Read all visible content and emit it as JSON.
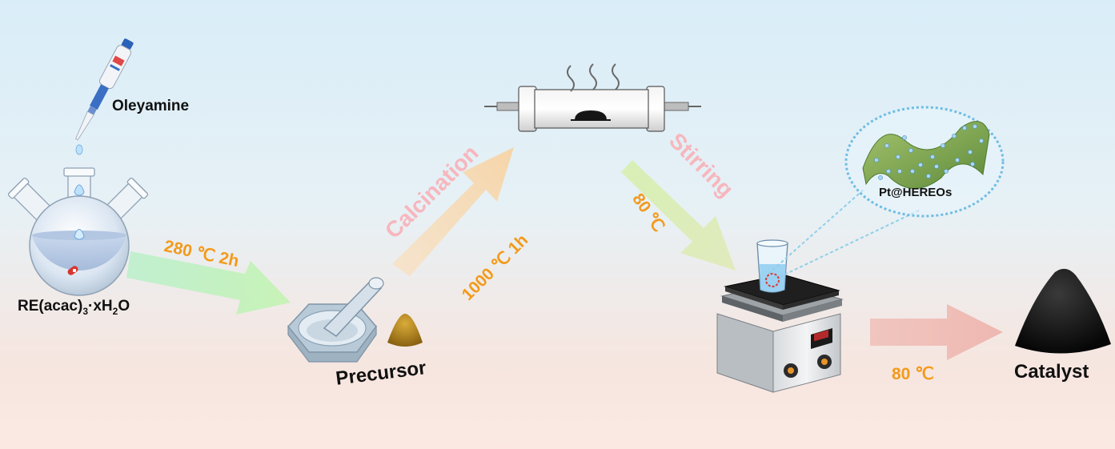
{
  "labels": {
    "oleyamine": "Oleyamine",
    "reactant_prefix": "RE(acac)",
    "reactant_sub1": "3",
    "reactant_mid": "·xH",
    "reactant_sub2": "2",
    "reactant_suffix": "O",
    "step1_condition": "280 ℃  2h",
    "precursor": "Precursor",
    "calcination": "Calcination",
    "step2_condition": "1000 ℃  1h",
    "stirring": "Stirring",
    "step3_condition": "80 ℃",
    "inset_label": "Pt@HEREOs",
    "step4_condition": "80 ℃",
    "catalyst": "Catalyst"
  },
  "colors": {
    "orange_text": "#f39a1b",
    "pink_text": "#f7b6bd",
    "arrow_green": "#b6f1c4",
    "arrow_peach": "#f8d8b0",
    "arrow_yellowgreen": "#d8ecb0",
    "arrow_pink": "#f2bcb6"
  },
  "icons": [
    "pipette-icon",
    "three-neck-flask-icon",
    "mortar-pestle-icon",
    "precursor-powder-icon",
    "tube-furnace-icon",
    "hot-plate-stirrer-icon",
    "beaker-icon",
    "nanosheet-inset-icon",
    "catalyst-powder-icon"
  ]
}
